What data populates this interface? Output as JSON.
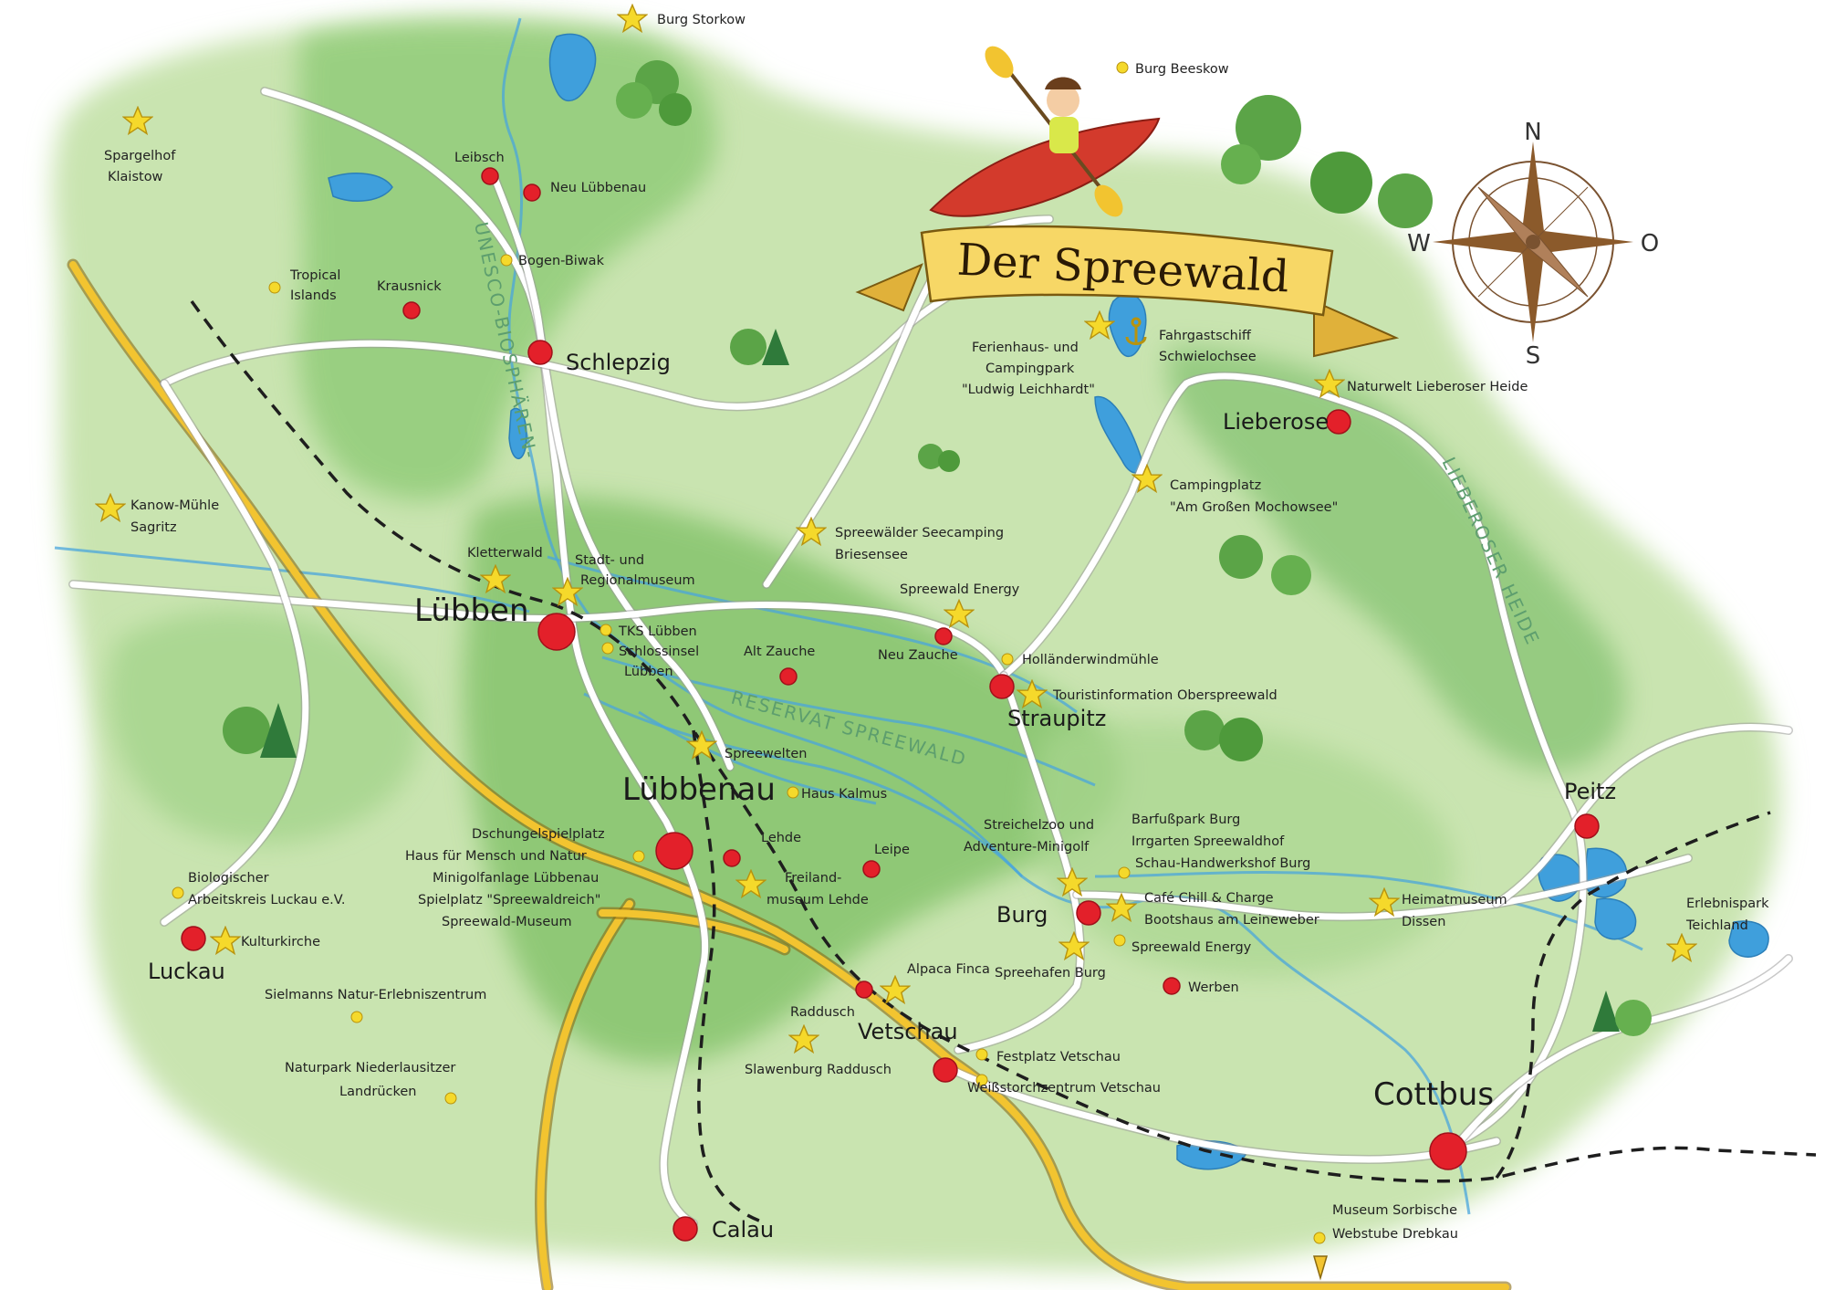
{
  "map": {
    "title": "Der Spreewald",
    "compass": {
      "n": "N",
      "o": "O",
      "s": "S",
      "w": "W"
    },
    "regions": {
      "biosphere": "UNESCO-BIOSPHÄREN-",
      "reservat": "RESERVAT SPREEWALD",
      "heide": "LIEBEROSER HEIDE"
    },
    "towns": {
      "luebben": "Lübben",
      "luebbenau": "Lübbenau",
      "cottbus": "Cottbus",
      "schlepzig": "Schlepzig",
      "burg": "Burg",
      "vetschau": "Vetschau",
      "straupitz": "Straupitz",
      "lieberose": "Lieberose",
      "peitz": "Peitz",
      "luckau": "Luckau",
      "calau": "Calau",
      "leibsch": "Leibsch",
      "neu_luebbenau": "Neu Lübbenau",
      "krausnick": "Krausnick",
      "alt_zauche": "Alt Zauche",
      "neu_zauche": "Neu Zauche",
      "lehde": "Lehde",
      "leipe": "Leipe",
      "werben": "Werben",
      "raddusch": "Raddusch"
    },
    "pois": {
      "burg_storkow": "Burg Storkow",
      "burg_beeskow": "Burg Beeskow",
      "spargelhof_1": "Spargelhof",
      "spargelhof_2": "Klaistow",
      "bogen_biwak": "Bogen-Biwak",
      "tropical_1": "Tropical",
      "tropical_2": "Islands",
      "fahrgast_1": "Fahrgastschiff",
      "fahrgast_2": "Schwielochsee",
      "ferien_1": "Ferienhaus- und",
      "ferien_2": "Campingpark",
      "ferien_3": "\"Ludwig Leichhardt\"",
      "naturwelt": "Naturwelt Lieberoser Heide",
      "camping_1": "Campingplatz",
      "camping_2": "\"Am Großen Mochowsee\"",
      "kanow_1": "Kanow-Mühle",
      "kanow_2": "Sagritz",
      "seecamping_1": "Spreewälder Seecamping",
      "seecamping_2": "Briesensee",
      "kletterwald": "Kletterwald",
      "museum_1": "Stadt- und",
      "museum_2": "Regionalmuseum",
      "spreewald_energy_1": "Spreewald Energy",
      "tks": "TKS Lübben",
      "schlossinsel_1": "Schlossinsel",
      "schlossinsel_2": "Lübben",
      "windmuehle": "Holländerwindmühle",
      "touristinfo": "Touristinformation Oberspreewald",
      "spreewelten": "Spreewelten",
      "haus_kalmus": "Haus Kalmus",
      "luebbenau_1": "Dschungelspielplatz",
      "luebbenau_2": "Haus für Mensch und Natur",
      "luebbenau_3": "Minigolfanlage Lübbenau",
      "luebbenau_4": "Spielplatz \"Spreewaldreich\"",
      "luebbenau_5": "Spreewald-Museum",
      "freiland_1": "Freiland-",
      "freiland_2": "museum Lehde",
      "streichel_1": "Streichelzoo und",
      "streichel_2": "Adventure-Minigolf",
      "burg_1": "Barfußpark Burg",
      "burg_2": "Irrgarten Spreewaldhof",
      "burg_3": "Schau-Handwerkshof Burg",
      "cafe": "Café Chill & Charge",
      "bootshaus": "Bootshaus am Leineweber",
      "spreewald_energy_2": "Spreewald Energy",
      "heimat_1": "Heimatmuseum",
      "heimat_2": "Dissen",
      "teich_1": "Erlebnispark",
      "teich_2": "Teichland",
      "bio_1": "Biologischer",
      "bio_2": "Arbeitskreis Luckau e.V.",
      "kulturkirche": "Kulturkirche",
      "sielmanns": "Sielmanns Natur-Erlebniszentrum",
      "naturpark_1": "Naturpark Niederlausitzer",
      "naturpark_2": "Landrücken",
      "alpaca": "Alpaca Finca",
      "spreehafen": "Spreehafen Burg",
      "slawenburg": "Slawenburg Raddusch",
      "festplatz": "Festplatz Vetschau",
      "weissstorch": "Weißstorchzentrum Vetschau",
      "sorbisch_1": "Museum Sorbische",
      "sorbisch_2": "Webstube Drebkau"
    }
  }
}
